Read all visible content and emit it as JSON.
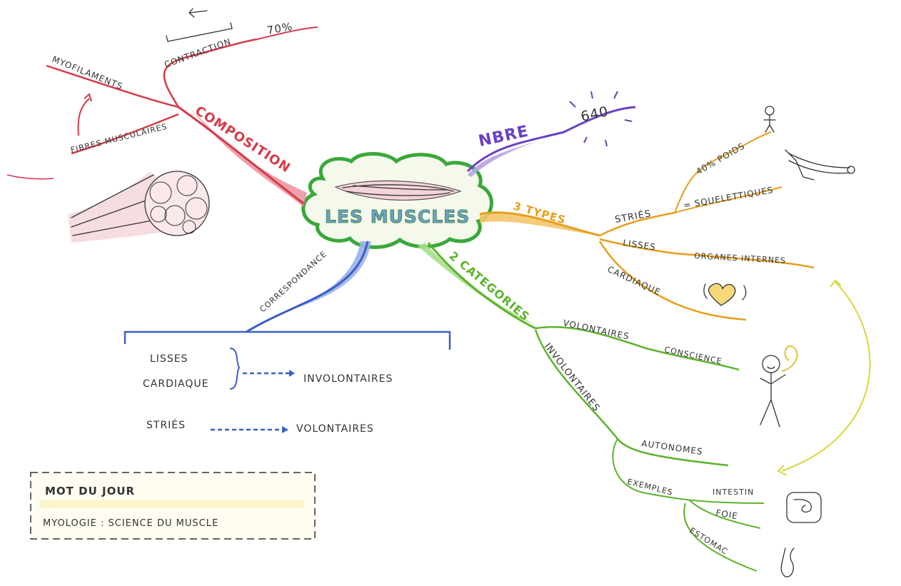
{
  "colors": {
    "red": "#d63a48",
    "purple": "#6a3fc2",
    "orange": "#e69e1a",
    "green": "#5cb32a",
    "blue": "#3a5fc5",
    "cloud": "#39a83a",
    "yellow": "#d9d63a",
    "ink": "#333333"
  },
  "center": {
    "title": "LES MUSCLES"
  },
  "composition": {
    "label": "COMPOSITION",
    "contraction": "CONTRACTION",
    "percent": "70%",
    "myofilaments": "MYOFILAMENTS",
    "fibres": "FIBRES MUSCULAIRES"
  },
  "nbre": {
    "label": "NBRE",
    "value": "640"
  },
  "types": {
    "label": "3 TYPES",
    "stries": "STRIÉS",
    "poids": "40% POIDS",
    "squelettiques": "= SQUELETTIQUES",
    "lisses": "LISSES",
    "organes": "ORGANES INTERNES",
    "cardiaque": "CARDIAQUE"
  },
  "categories": {
    "label": "2 CATEGORIES",
    "volontaires": "VOLONTAIRES",
    "conscience": "CONSCIENCE",
    "involontaires": "INVOLONTAIRES",
    "autonomes": "AUTONOMES",
    "exemples": "EXEMPLES",
    "intestin": "INTESTIN",
    "foie": "FOIE",
    "estomac": "ESTOMAC"
  },
  "correspondance": {
    "label": "CORRESPONDANCE",
    "lisses": "LISSES",
    "cardiaque": "CARDIAQUE",
    "involontaires": "INVOLONTAIRES",
    "stries": "STRIÉS",
    "volontaires": "VOLONTAIRES"
  },
  "mot_du_jour": {
    "title": "MOT DU JOUR",
    "definition": "MYOLOGIE : SCIENCE DU MUSCLE"
  }
}
